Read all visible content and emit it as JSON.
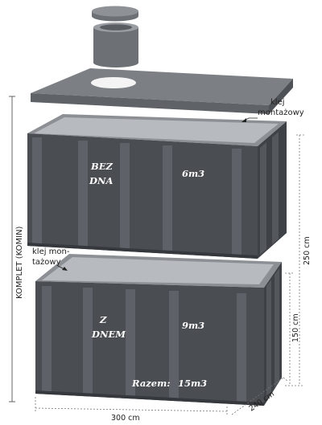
{
  "labels": {
    "glue_top_line1": "klej",
    "glue_top_line2": "montażowy",
    "glue_left_line1": "klej mon-",
    "glue_left_line2": "tażowy",
    "komplet": "KOMPLET (KOMIN)"
  },
  "upper_module": {
    "name_line1": "BEZ",
    "name_line2": "DNA",
    "volume": "6m3"
  },
  "lower_module": {
    "name_line1": "Z",
    "name_line2": "DNEM",
    "volume": "9m3"
  },
  "total": {
    "label": "Razem:",
    "value": "15m3"
  },
  "dimensions": {
    "width": "300 cm",
    "depth": "240 cm",
    "total_height": "250 cm",
    "lower_height": "150 cm"
  },
  "colors": {
    "concrete_dark": "#4a4d52",
    "concrete_mid": "#5d6167",
    "concrete_light": "#8c8f94",
    "lid": "#7c7f84"
  }
}
